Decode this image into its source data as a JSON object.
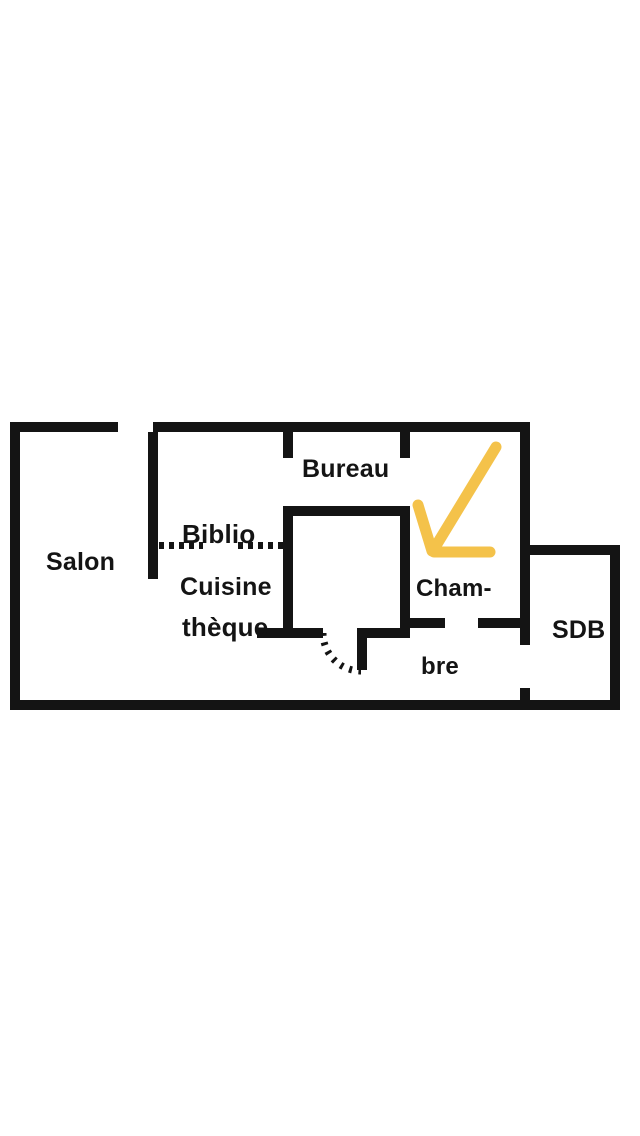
{
  "rooms": {
    "salon": {
      "label": "Salon"
    },
    "bibliotheque": {
      "line1": "Biblio",
      "line2": "thèque"
    },
    "bureau": {
      "label": "Bureau"
    },
    "cuisine": {
      "label": "Cuisine"
    },
    "chambre": {
      "line1": "Cham-",
      "line2": "bre"
    },
    "sdb": {
      "label": "SDB"
    }
  },
  "colors": {
    "wall": "#141414",
    "arrow": "#F4C24A",
    "background": "#FFFFFF"
  }
}
